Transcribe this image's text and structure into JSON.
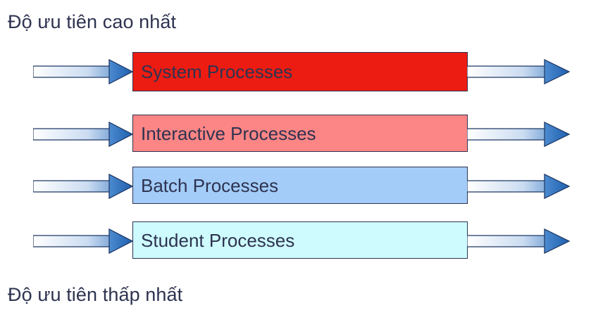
{
  "diagram": {
    "title_top": "Độ ưu tiên cao nhất",
    "title_bottom": "Độ ưu tiên thấp nhất",
    "text_color": "#2E3350",
    "background": "#FFFFFF",
    "arrow_colors": {
      "tail_start": "#FFFFFF",
      "tail_end": "#3E7CC4",
      "head": "#2B6CB8",
      "outline": "#1F3864"
    },
    "rows": [
      {
        "label": "System Processes",
        "fill": "#ED1C12",
        "border": "#2E3350",
        "priority_rank": 1,
        "arrow_in": "arrow-right-icon",
        "arrow_out": "arrow-right-icon"
      },
      {
        "label": "Interactive Processes",
        "fill": "#FC8585",
        "border": "#2E3350",
        "priority_rank": 2,
        "arrow_in": "arrow-right-icon",
        "arrow_out": "arrow-right-icon"
      },
      {
        "label": "Batch Processes",
        "fill": "#A3CCF8",
        "border": "#2E3350",
        "priority_rank": 3,
        "arrow_in": "arrow-right-icon",
        "arrow_out": "arrow-right-icon"
      },
      {
        "label": "Student Processes",
        "fill": "#CEFCFE",
        "border": "#2E3350",
        "priority_rank": 4,
        "arrow_in": "arrow-right-icon",
        "arrow_out": "arrow-right-icon"
      }
    ]
  }
}
